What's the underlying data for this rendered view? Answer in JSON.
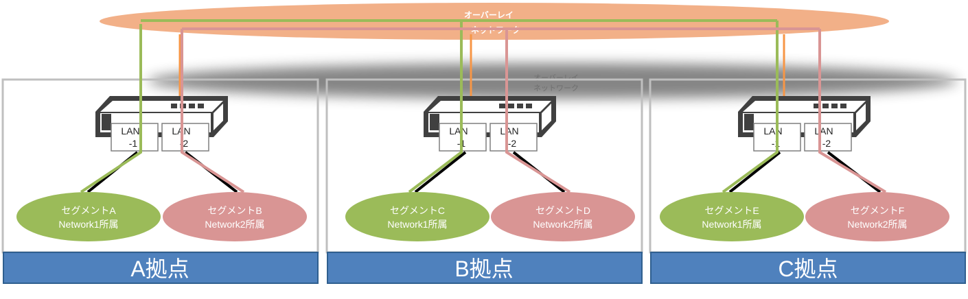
{
  "overlay": {
    "label_line1": "オーバーレイ",
    "label_line2": "ネットワーク",
    "shadow_line1": "オーバーレイ",
    "shadow_line2": "ネットワーク"
  },
  "sites": [
    {
      "name": "A拠点",
      "ports": [
        [
          "LAN",
          "-1"
        ],
        [
          "LAN",
          "-2"
        ]
      ],
      "segments": [
        {
          "line1": "セグメントA",
          "line2": "Network1所属"
        },
        {
          "line1": "セグメントB",
          "line2": "Network2所属"
        }
      ]
    },
    {
      "name": "B拠点",
      "ports": [
        [
          "LAN",
          "-1"
        ],
        [
          "LAN",
          "-2"
        ]
      ],
      "segments": [
        {
          "line1": "セグメントC",
          "line2": "Network1所属"
        },
        {
          "line1": "セグメントD",
          "line2": "Network2所属"
        }
      ]
    },
    {
      "name": "C拠点",
      "ports": [
        [
          "LAN",
          "-1"
        ],
        [
          "LAN",
          "-2"
        ]
      ],
      "segments": [
        {
          "line1": "セグメントE",
          "line2": "Network1所属"
        },
        {
          "line1": "セグメントF",
          "line2": "Network2所属"
        }
      ]
    }
  ],
  "colors": {
    "overlay": "#F2B088",
    "shadow": "#7F7F7F",
    "network1": "#9BBB59",
    "network2": "#D99594",
    "uplink": "#F79646",
    "site_bar": "#4F81BD",
    "site_border": "#BFBFBF",
    "router": "#404040"
  }
}
